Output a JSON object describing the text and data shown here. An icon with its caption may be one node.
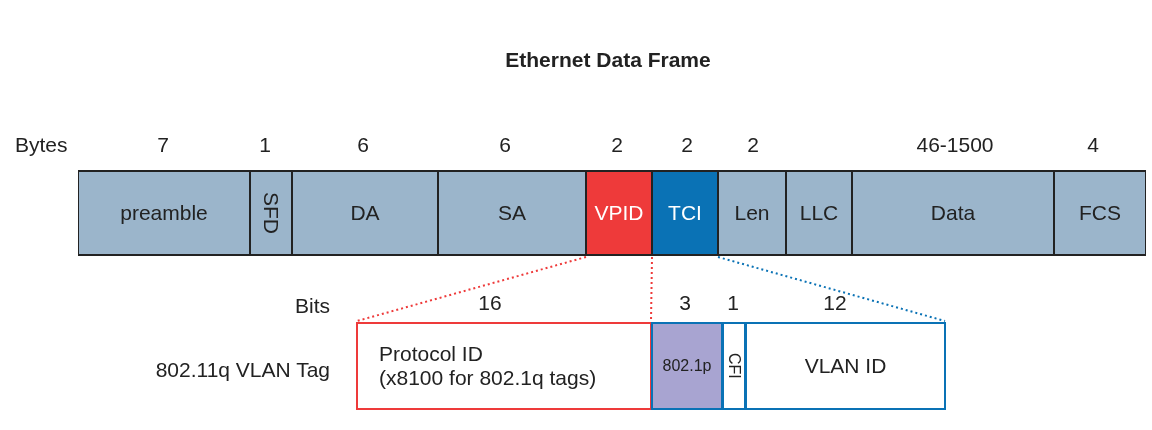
{
  "diagram": {
    "title": "Ethernet Data Frame",
    "nodes": [
      {
        "text": [
          "preamble"
        ]
      },
      {
        "text": [
          "SFD"
        ]
      },
      {
        "text": [
          "DA"
        ]
      },
      {
        "text": [
          "SA"
        ]
      },
      {
        "text": [
          "VPID"
        ]
      },
      {
        "text": [
          "TCI"
        ]
      },
      {
        "text": [
          "Len"
        ]
      },
      {
        "text": [
          "LLC"
        ]
      },
      {
        "text": [
          "Data"
        ]
      },
      {
        "text": [
          "FCS"
        ]
      },
      {
        "text": [
          "Protocol ID",
          "(x8100 for 802.1q tags)"
        ]
      },
      {
        "text": [
          "802.1p"
        ]
      },
      {
        "text": [
          "CFI"
        ]
      },
      {
        "text": [
          "VLAN ID"
        ]
      }
    ],
    "edges": [
      {
        "from": 4,
        "to": 10,
        "arrow": "none",
        "style": "dashed",
        "color": "#ee3a3a"
      },
      {
        "from": 4,
        "to": 10,
        "arrow": "none",
        "style": "dashed",
        "color": "#ee3a3a"
      },
      {
        "from": 5,
        "to": 13,
        "arrow": "none",
        "style": "dashed",
        "color": "#0a72b5"
      }
    ],
    "labels": [
      "Bytes",
      "7",
      "1",
      "6",
      "6",
      "2",
      "2",
      "2",
      "46-1500",
      "4",
      "Bits",
      "16",
      "3",
      "1",
      "12",
      "802.11q VLAN Tag"
    ]
  }
}
